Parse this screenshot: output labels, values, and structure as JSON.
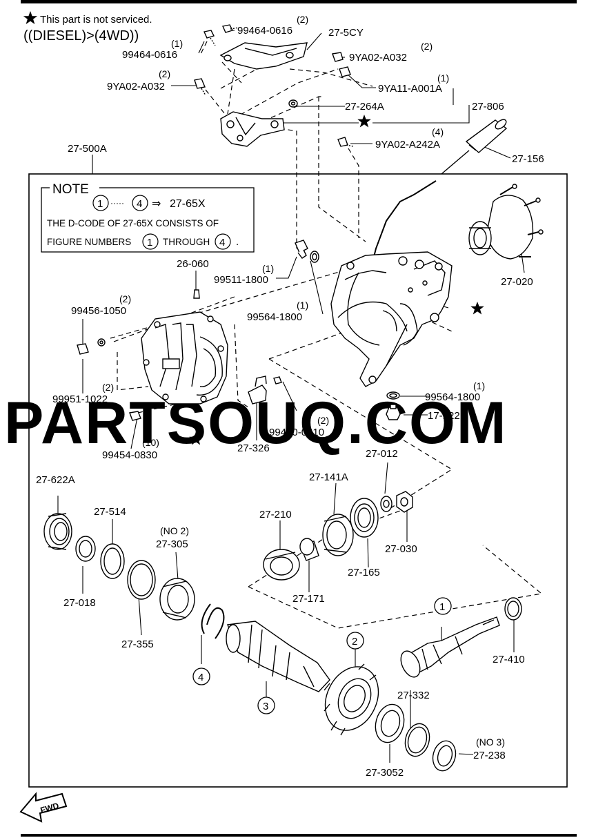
{
  "header": {
    "service_note": "This part is not serviced.",
    "variant": "((DIESEL)>(4WD))"
  },
  "watermark": "PARTSOUQ.COM",
  "note": {
    "title": "NOTE",
    "range_from": "1",
    "range_to": "4",
    "range_dots": "·····",
    "arrow": "⇒",
    "range_target": "27-65X",
    "line2": "THE D-CODE OF  27-65X  CONSISTS OF",
    "line3_a": "FIGURE NUMBERS",
    "line3_n1": "1",
    "line3_b": "THROUGH",
    "line3_n2": "4",
    "line3_end": "."
  },
  "fwd_label": "FWD",
  "colors": {
    "ink": "#000000",
    "watermark": "#c9c9c9",
    "background": "#ffffff"
  },
  "labels": {
    "p99464_0616_top": "99464-0616",
    "q99464_0616_top": "(2)",
    "p99464_0616_left": "99464-0616",
    "q99464_0616_left": "(1)",
    "p27_5CY": "27-5CY",
    "p9YA02_A032_right": "9YA02-A032",
    "q9YA02_A032_right": "(2)",
    "p9YA02_A032_left": "9YA02-A032",
    "q9YA02_A032_left": "(2)",
    "p9YA11_A001A": "9YA11-A001A",
    "q9YA11_A001A": "(1)",
    "p27_264A": "27-264A",
    "p27_806": "27-806",
    "p9YA02_A242A": "9YA02-A242A",
    "q9YA02_A242A": "(4)",
    "p27_156": "27-156",
    "p27_500A": "27-500A",
    "p27_020": "27-020",
    "p26_060": "26-060",
    "p99511_1800": "99511-1800",
    "q99511_1800": "(1)",
    "p99564_1800_a": "99564-1800",
    "q99564_1800_a": "(1)",
    "p99456_1050": "99456-1050",
    "q99456_1050": "(2)",
    "p99951_1022": "99951-1022",
    "q99951_1022": "(2)",
    "p99564_1800_b": "99564-1800",
    "q99564_1800_b": "(1)",
    "p17_122": "17-122",
    "p99450_0610": "99450-0610",
    "q99450_0610": "(2)",
    "p27_326": "27-326",
    "p99454_0830": "99454-0830",
    "q99454_0830": "(10)",
    "p27_012": "27-012",
    "p27_141A": "27-141A",
    "p27_622A": "27-622A",
    "p27_514": "27-514",
    "p27_305": "27-305",
    "q27_305": "(NO 2)",
    "p27_210": "27-210",
    "p27_030": "27-030",
    "p27_165": "27-165",
    "p27_018": "27-018",
    "p27_171": "27-171",
    "p27_355": "27-355",
    "p27_410": "27-410",
    "p27_332": "27-332",
    "p27_238": "27-238",
    "q27_238": "(NO 3)",
    "p27_3052": "27-3052",
    "fig1": "1",
    "fig2": "2",
    "fig3": "3",
    "fig4": "4"
  }
}
